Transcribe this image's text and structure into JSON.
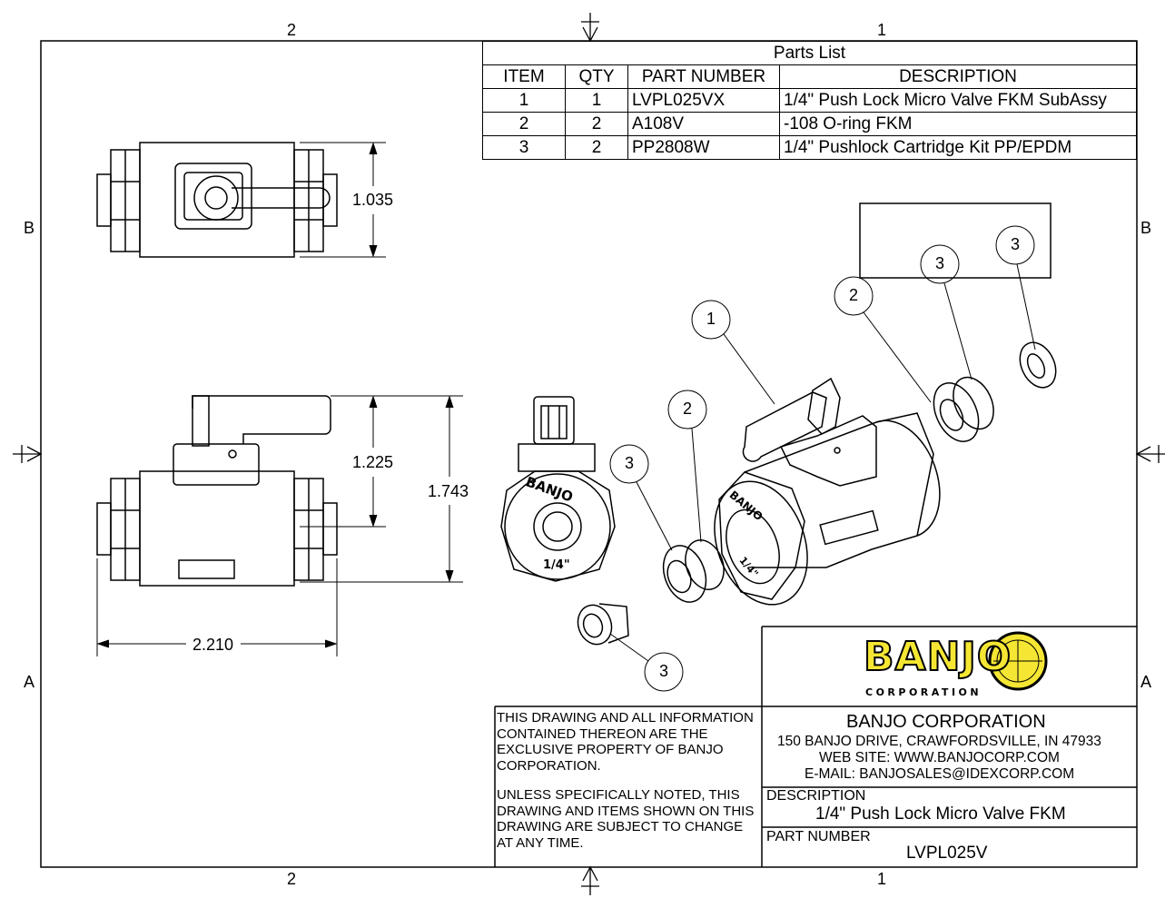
{
  "zones": {
    "top_left": "2",
    "top_right": "1",
    "bottom_left": "2",
    "bottom_right": "1",
    "left_top": "B",
    "left_bottom": "A",
    "right_top": "B",
    "right_bottom": "A"
  },
  "parts_list": {
    "title": "Parts List",
    "headers": [
      "ITEM",
      "QTY",
      "PART NUMBER",
      "DESCRIPTION"
    ],
    "rows": [
      [
        "1",
        "1",
        "LVPL025VX",
        "1/4\" Push Lock Micro Valve FKM SubAssy"
      ],
      [
        "2",
        "2",
        "A108V",
        "-108 O-ring FKM"
      ],
      [
        "3",
        "2",
        "PP2808W",
        "1/4\" Pushlock Cartridge Kit PP/EPDM"
      ]
    ]
  },
  "dimensions": {
    "top_height": "1.035",
    "front_height": "1.225",
    "overall_height": "1.743",
    "width": "2.210"
  },
  "balloons": [
    "1",
    "2",
    "3",
    "2",
    "3",
    "3",
    "3"
  ],
  "part_marking": {
    "brand": "BANJO",
    "size": "1/4\""
  },
  "title_block": {
    "notice_1": "THIS DRAWING AND ALL INFORMATION CONTAINED THEREON ARE THE EXCLUSIVE PROPERTY OF BANJO CORPORATION.",
    "notice_2": "UNLESS SPECIFICALLY NOTED, THIS DRAWING AND ITEMS SHOWN ON THIS DRAWING ARE SUBJECT TO CHANGE AT ANY TIME.",
    "logo_word": "BANJO",
    "logo_sub": "CORPORATION",
    "company": "BANJO CORPORATION",
    "address": "150 BANJO DRIVE, CRAWFORDSVILLE, IN 47933",
    "website": "WEB SITE: WWW.BANJOCORP.COM",
    "email": "E-MAIL: BANJOSALES@IDEXCORP.COM",
    "description_label": "DESCRIPTION",
    "description": "1/4\" Push Lock Micro Valve FKM",
    "part_number_label": "PART NUMBER",
    "part_number": "LVPL025V"
  },
  "colors": {
    "logo_yellow": "#f5e633",
    "line": "#000000"
  }
}
